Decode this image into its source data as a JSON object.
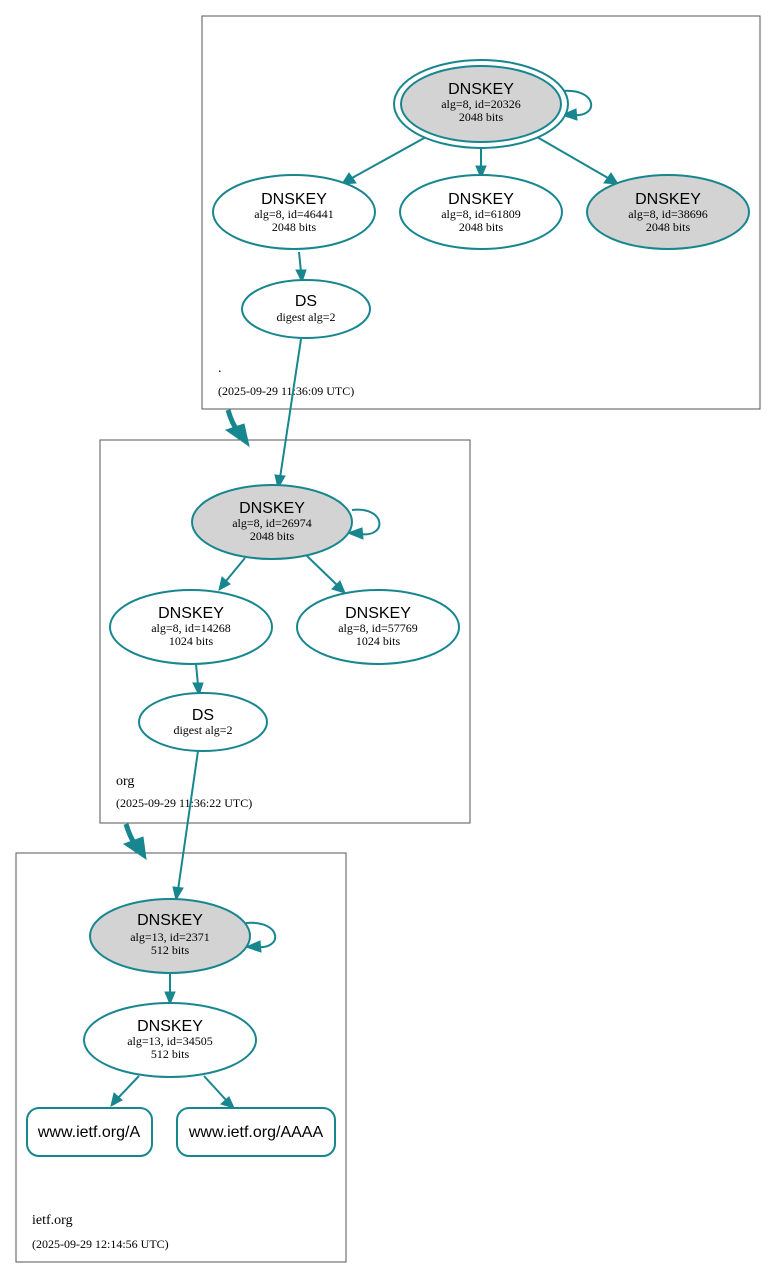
{
  "colors": {
    "edge": "#18868f",
    "trusted_fill": "#d3d3d3",
    "node_fill": "#ffffff"
  },
  "zones": [
    {
      "name": ".",
      "timestamp": "(2025-09-29 11:36:09 UTC)"
    },
    {
      "name": "org",
      "timestamp": "(2025-09-29 11:36:22 UTC)"
    },
    {
      "name": "ietf.org",
      "timestamp": "(2025-09-29 12:14:56 UTC)"
    }
  ],
  "nodes": {
    "root_ksk": {
      "type": "DNSKEY",
      "line1": "alg=8, id=20326",
      "line2": "2048 bits",
      "trust_anchor": true,
      "filled": true
    },
    "root_zsk1": {
      "type": "DNSKEY",
      "line1": "alg=8, id=46441",
      "line2": "2048 bits",
      "filled": false
    },
    "root_zsk2": {
      "type": "DNSKEY",
      "line1": "alg=8, id=61809",
      "line2": "2048 bits",
      "filled": false
    },
    "root_key3": {
      "type": "DNSKEY",
      "line1": "alg=8, id=38696",
      "line2": "2048 bits",
      "filled": true
    },
    "root_ds": {
      "type": "DS",
      "line1": "digest alg=2"
    },
    "org_ksk": {
      "type": "DNSKEY",
      "line1": "alg=8, id=26974",
      "line2": "2048 bits",
      "filled": true
    },
    "org_zsk1": {
      "type": "DNSKEY",
      "line1": "alg=8, id=14268",
      "line2": "1024 bits",
      "filled": false
    },
    "org_zsk2": {
      "type": "DNSKEY",
      "line1": "alg=8, id=57769",
      "line2": "1024 bits",
      "filled": false
    },
    "org_ds": {
      "type": "DS",
      "line1": "digest alg=2"
    },
    "ietf_ksk": {
      "type": "DNSKEY",
      "line1": "alg=13, id=2371",
      "line2": "512 bits",
      "filled": true
    },
    "ietf_zsk": {
      "type": "DNSKEY",
      "line1": "alg=13, id=34505",
      "line2": "512 bits",
      "filled": false
    },
    "rr_a": {
      "label": "www.ietf.org/A"
    },
    "rr_aaaa": {
      "label": "www.ietf.org/AAAA"
    }
  }
}
